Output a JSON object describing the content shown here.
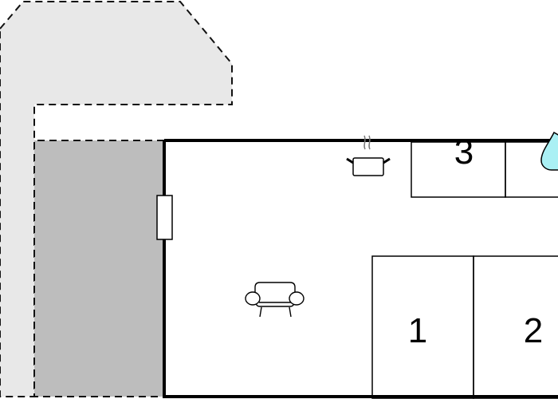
{
  "floor_plan": {
    "rooms": [
      {
        "label": "3",
        "kind": "bedroom"
      },
      {
        "label": "1",
        "kind": "bedroom"
      },
      {
        "label": "2",
        "kind": "bedroom"
      }
    ],
    "icons": [
      "kitchen-pot-icon",
      "armchair-icon",
      "water-drop-icon"
    ],
    "colors": {
      "outdoor_area": "#e8e8e8",
      "terrace": "#bdbdbd",
      "wall": "#000000",
      "water": "#aaf0f4"
    }
  }
}
